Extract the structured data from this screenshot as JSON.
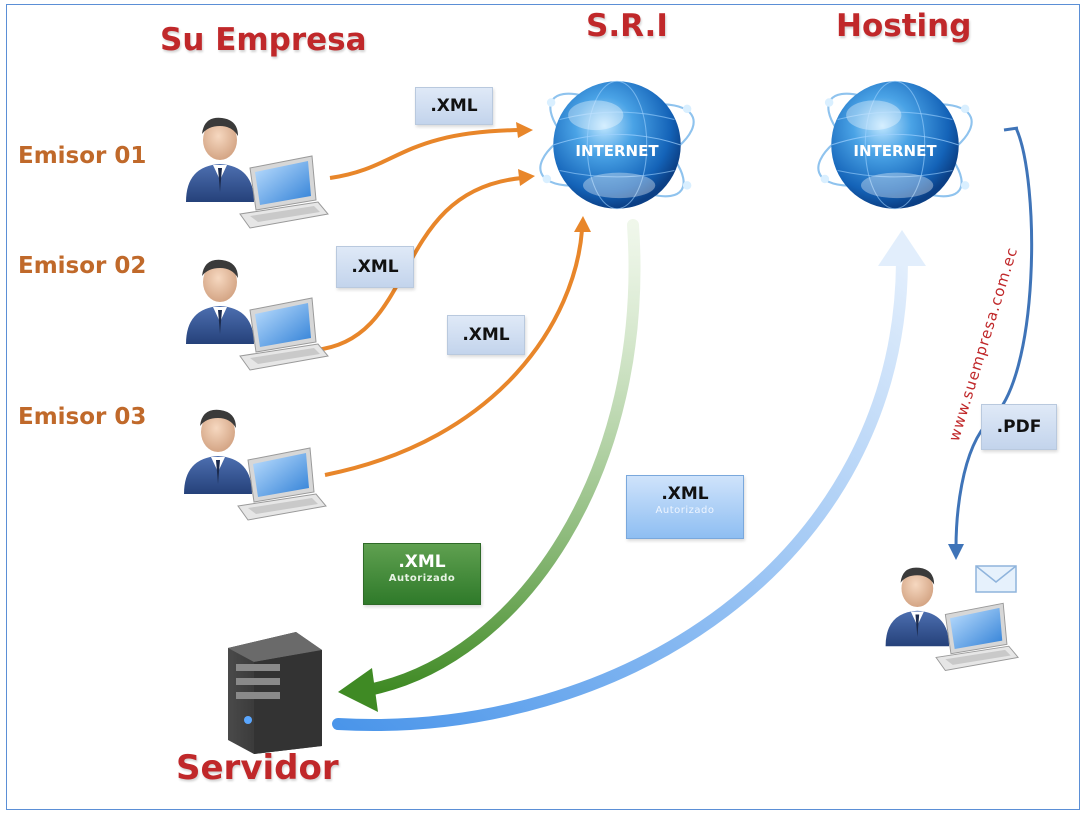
{
  "headers": {
    "company": "Su Empresa",
    "sri": "S.R.I",
    "hosting": "Hosting"
  },
  "emitters": [
    {
      "label": "Emisor 01"
    },
    {
      "label": "Emisor 02"
    },
    {
      "label": "Emisor 03"
    }
  ],
  "globes": {
    "sri_label": "INTERNET",
    "hosting_label": "INTERNET"
  },
  "tags": {
    "xml1": ".XML",
    "xml2": ".XML",
    "xml3": ".XML",
    "authorized_main": ".XML",
    "authorized_sub": "Autorizado",
    "signed_main": ".XML",
    "signed_sub": "Autorizado",
    "pdf": ".PDF"
  },
  "website": "www.suempresa.com.ec",
  "server": {
    "label": "Servidor"
  },
  "colors": {
    "title_red": "#c0282a",
    "emitter_orange": "#c0692a",
    "arrow_orange": "#e8862a",
    "arrow_green": "#4a8c2a",
    "arrow_blue": "#5b9ee8",
    "arrow_darkblue": "#3f74b8"
  },
  "icons": [
    "user-laptop-icon",
    "globe-icon",
    "server-icon",
    "envelope-icon"
  ]
}
